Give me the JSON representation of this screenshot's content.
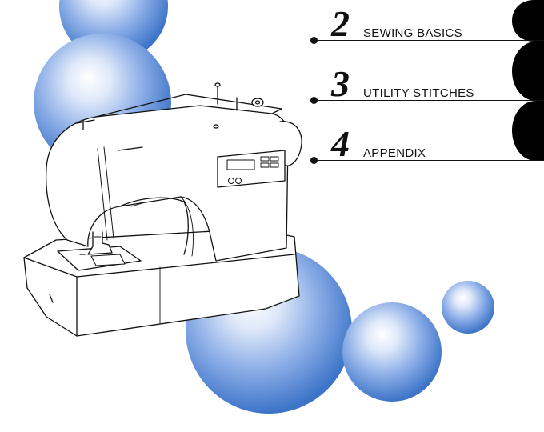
{
  "colors": {
    "bubble_light": "#ffffff",
    "bubble_dark": "#3d74c8",
    "ink": "#111111"
  },
  "contents": [
    {
      "number": "2",
      "title": "SEWING BASICS"
    },
    {
      "number": "3",
      "title": "UTILITY STITCHES"
    },
    {
      "number": "4",
      "title": "APPENDIX"
    }
  ]
}
